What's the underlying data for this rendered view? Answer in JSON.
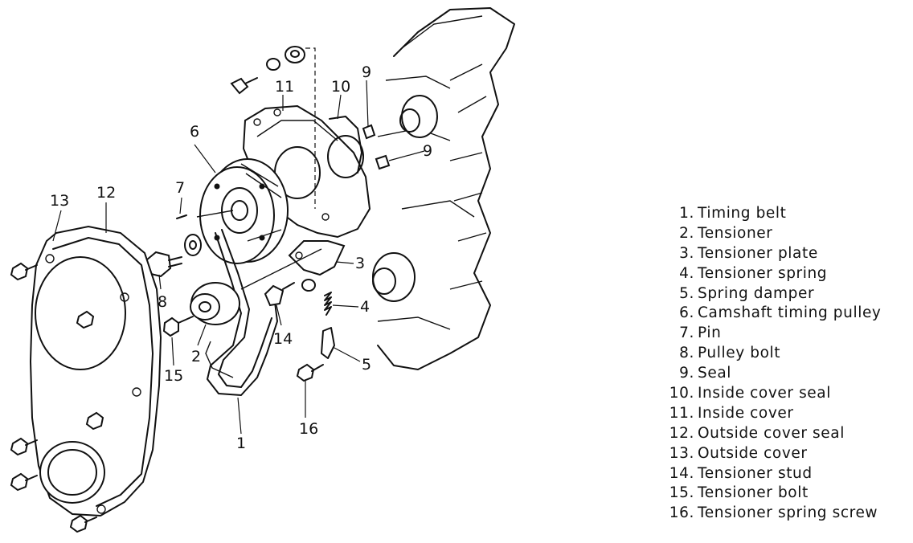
{
  "callouts": {
    "c1": "1",
    "c2": "2",
    "c3": "3",
    "c4": "4",
    "c5": "5",
    "c6": "6",
    "c7": "7",
    "c8": "8",
    "c9a": "9",
    "c9b": "9",
    "c10": "10",
    "c11": "11",
    "c12": "12",
    "c13": "13",
    "c14": "14",
    "c15": "15",
    "c16": "16"
  },
  "legend": [
    {
      "num": "1.",
      "label": "Timing belt"
    },
    {
      "num": "2.",
      "label": "Tensioner"
    },
    {
      "num": "3.",
      "label": "Tensioner plate"
    },
    {
      "num": "4.",
      "label": "Tensioner spring"
    },
    {
      "num": "5.",
      "label": "Spring damper"
    },
    {
      "num": "6.",
      "label": "Camshaft timing pulley"
    },
    {
      "num": "7.",
      "label": "Pin"
    },
    {
      "num": "8.",
      "label": "Pulley bolt"
    },
    {
      "num": "9.",
      "label": "Seal"
    },
    {
      "num": "10.",
      "label": "Inside cover seal"
    },
    {
      "num": "11.",
      "label": "Inside cover"
    },
    {
      "num": "12.",
      "label": "Outside cover seal"
    },
    {
      "num": "13.",
      "label": "Outside cover"
    },
    {
      "num": "14.",
      "label": "Tensioner stud"
    },
    {
      "num": "15.",
      "label": "Tensioner bolt"
    },
    {
      "num": "16.",
      "label": "Tensioner spring screw"
    }
  ]
}
